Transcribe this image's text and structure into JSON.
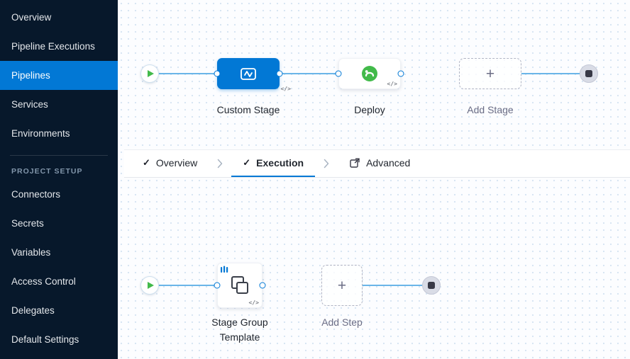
{
  "sidebar": {
    "nav_items": [
      {
        "label": "Overview",
        "active": false
      },
      {
        "label": "Pipeline Executions",
        "active": false
      },
      {
        "label": "Pipelines",
        "active": true
      },
      {
        "label": "Services",
        "active": false
      },
      {
        "label": "Environments",
        "active": false
      }
    ],
    "section_label": "PROJECT SETUP",
    "setup_items": [
      {
        "label": "Connectors"
      },
      {
        "label": "Secrets"
      },
      {
        "label": "Variables"
      },
      {
        "label": "Access Control"
      },
      {
        "label": "Delegates"
      },
      {
        "label": "Default Settings"
      }
    ]
  },
  "tabs": {
    "check_glyph": "✓",
    "items": [
      {
        "label": "Overview",
        "active": false
      },
      {
        "label": "Execution",
        "active": true
      },
      {
        "label": "Advanced",
        "active": false
      }
    ]
  },
  "stage_graph": {
    "custom_stage_label": "Custom Stage",
    "deploy_label": "Deploy",
    "add_stage_label": "Add Stage",
    "code_badge": "</>",
    "plus_glyph": "+"
  },
  "execution_graph": {
    "template_label": "Stage Group Template",
    "add_step_label": "Add Step",
    "code_badge": "</>",
    "plus_glyph": "+"
  },
  "colors": {
    "accent": "#0278d5",
    "sidebar_bg": "#07182b",
    "stage_blue": "#0278d5",
    "deploy_green": "#42ba4a",
    "line_blue": "#6ab5e8"
  }
}
